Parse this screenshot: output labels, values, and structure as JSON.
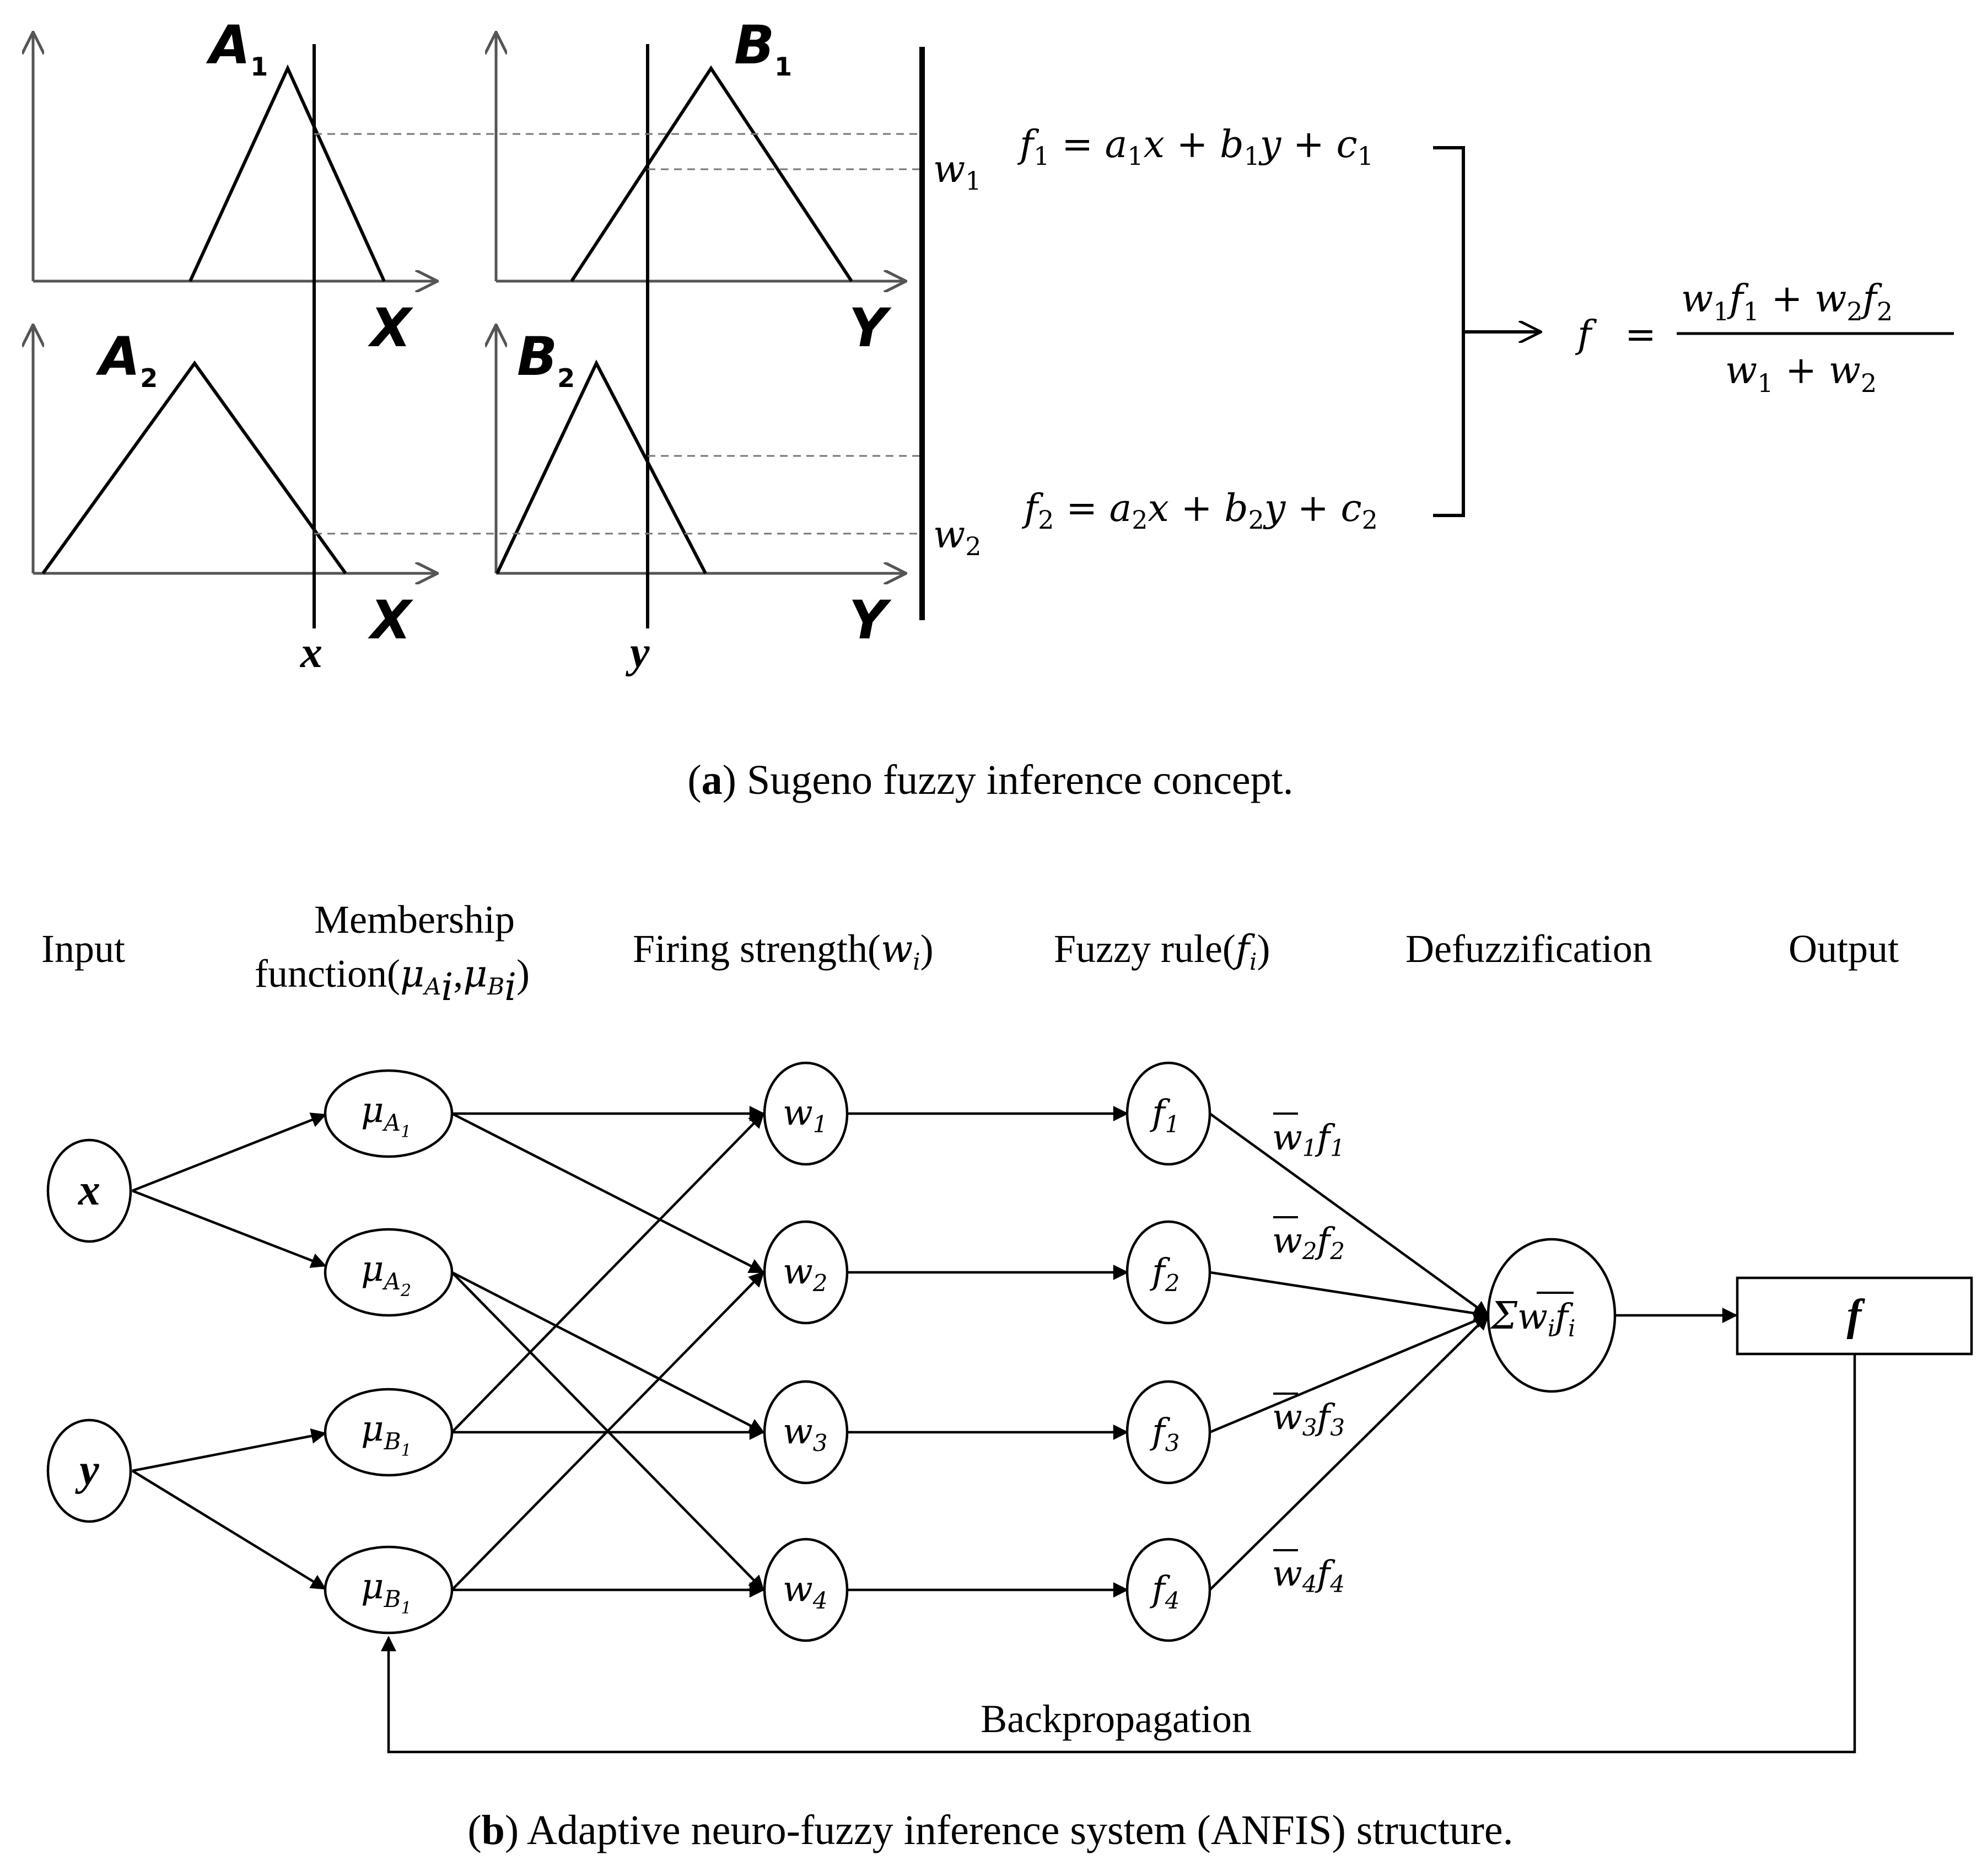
{
  "panel_a": {
    "caption_letter": "a",
    "caption_text": "Sugeno fuzzy inference concept.",
    "plot_labels": {
      "A1": "A",
      "A1_sub": "1",
      "A2": "A",
      "A2_sub": "2",
      "B1": "B",
      "B1_sub": "1",
      "B2": "B",
      "B2_sub": "2",
      "X_top": "X",
      "X_bottom": "X",
      "Y_top": "Y",
      "Y_bottom": "Y",
      "x_input": "x",
      "y_input": "y"
    },
    "weights": {
      "w1": "w",
      "w1_sub": "1",
      "w2": "w",
      "w2_sub": "2"
    },
    "rule1": {
      "f": "f",
      "f_sub": "1",
      "eq": " = ",
      "a": "a",
      "a_sub": "1",
      "x": "x",
      "plus1": " + ",
      "b": "b",
      "b_sub": "1",
      "y": "y",
      "plus2": " + ",
      "c": "c",
      "c_sub": "1"
    },
    "rule2": {
      "f": "f",
      "f_sub": "2",
      "eq": " = ",
      "a": "a",
      "a_sub": "2",
      "x": "x",
      "plus1": " + ",
      "b": "b",
      "b_sub": "2",
      "y": "y",
      "plus2": " + ",
      "c": "c",
      "c_sub": "2"
    },
    "output": {
      "f": "f",
      "eq": "=",
      "num_w1": "w",
      "num_w1_sub": "1",
      "num_f1": "f",
      "num_f1_sub": "1",
      "num_plus": " + ",
      "num_w2": "w",
      "num_w2_sub": "2",
      "num_f2": "f",
      "num_f2_sub": "2",
      "den_w1": "w",
      "den_w1_sub": "1",
      "den_plus": " + ",
      "den_w2": "w",
      "den_w2_sub": "2"
    }
  },
  "panel_b": {
    "caption_letter": "b",
    "caption_text": "Adaptive neuro-fuzzy inference system (ANFIS) structure.",
    "layer_headers": {
      "input": "Input",
      "membership_line1": "Membership",
      "membership_line2_prefix": "function(",
      "membership_mu": "μ",
      "membership_Ai": "A",
      "membership_i": "i",
      "membership_comma": ",",
      "membership_Bi": "B",
      "membership_close": ")",
      "firing_prefix": "Firing strength(",
      "firing_w": "w",
      "firing_i": "i",
      "firing_close": ")",
      "rule_prefix": "Fuzzy rule(",
      "rule_f": "f",
      "rule_i": "i",
      "rule_close": ")",
      "defuzz": "Defuzzification",
      "output": "Output"
    },
    "inputs": [
      "x",
      "y"
    ],
    "membership_nodes": [
      {
        "mu": "μ",
        "set": "A",
        "idx": "1"
      },
      {
        "mu": "μ",
        "set": "A",
        "idx": "2"
      },
      {
        "mu": "μ",
        "set": "B",
        "idx": "1"
      },
      {
        "mu": "μ",
        "set": "B",
        "idx": "1"
      }
    ],
    "firing_nodes": [
      {
        "sym": "w",
        "idx": "1"
      },
      {
        "sym": "w",
        "idx": "2"
      },
      {
        "sym": "w",
        "idx": "3"
      },
      {
        "sym": "w",
        "idx": "4"
      }
    ],
    "rule_nodes": [
      {
        "sym": "f",
        "idx": "1"
      },
      {
        "sym": "f",
        "idx": "2"
      },
      {
        "sym": "f",
        "idx": "3"
      },
      {
        "sym": "f",
        "idx": "4"
      }
    ],
    "edge_labels": [
      {
        "w": "w",
        "w_idx": "1",
        "f": "f",
        "f_idx": "1"
      },
      {
        "w": "w",
        "w_idx": "2",
        "f": "f",
        "f_idx": "2"
      },
      {
        "w": "w",
        "w_idx": "3",
        "f": "f",
        "f_idx": "3"
      },
      {
        "w": "w",
        "w_idx": "4",
        "f": "f",
        "f_idx": "4"
      }
    ],
    "sum_node": {
      "sigma": "Σ",
      "w": "w",
      "w_idx": "i",
      "f": "f",
      "f_idx": "i"
    },
    "output_box": "f",
    "feedback_label": "Backpropagation"
  }
}
